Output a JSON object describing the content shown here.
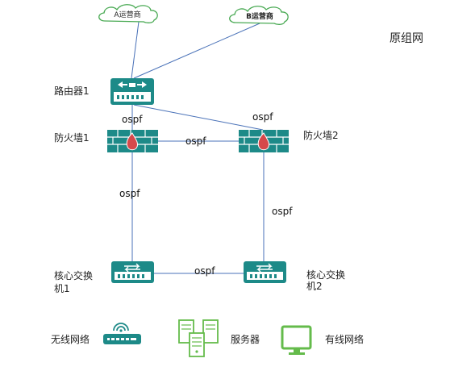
{
  "title": "原组网",
  "clouds": {
    "a": "A运营商",
    "b": "B运营商"
  },
  "router": {
    "label": "路由器1"
  },
  "firewalls": {
    "fw1": "防火墙1",
    "fw2": "防火墙2"
  },
  "switches": {
    "sw1": {
      "line1": "核心交换",
      "line2": "机1"
    },
    "sw2": {
      "line1": "核心交换",
      "line2": "机2"
    }
  },
  "links": {
    "router_fw1": "ospf",
    "router_fw2": "ospf",
    "fw1_fw2": "ospf",
    "fw1_sw1": "ospf",
    "fw2_sw2": "ospf",
    "sw1_sw2": "ospf"
  },
  "legend": {
    "wireless": "无线网络",
    "servers": "服务器",
    "wired": "有线网络"
  },
  "colors": {
    "device": "#1d8a88",
    "cloud_outline": "#4aaa54",
    "link": "#4a72b8",
    "firewall_red": "#d6494b",
    "legend_green": "#64bb4b"
  }
}
